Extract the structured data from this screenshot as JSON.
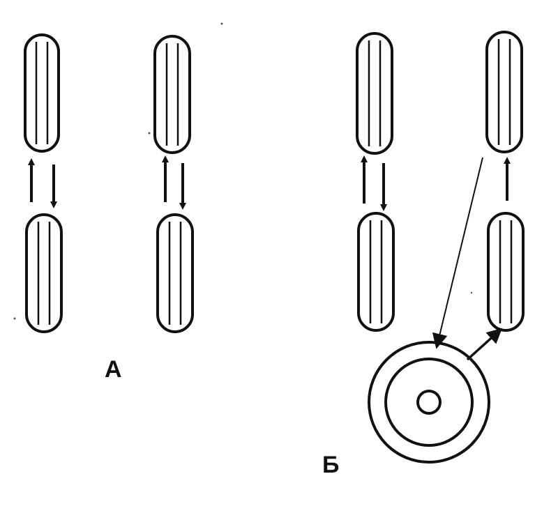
{
  "labels": {
    "a": "А",
    "b": "Б"
  },
  "colors": {
    "stroke": "#111111",
    "background": "#ffffff"
  },
  "groups": [
    {
      "id": "A",
      "pairs": 2,
      "arrows": "bidirectional"
    },
    {
      "id": "Б",
      "pairs": 2,
      "arrows": "bidirectional-and-cycle"
    }
  ]
}
